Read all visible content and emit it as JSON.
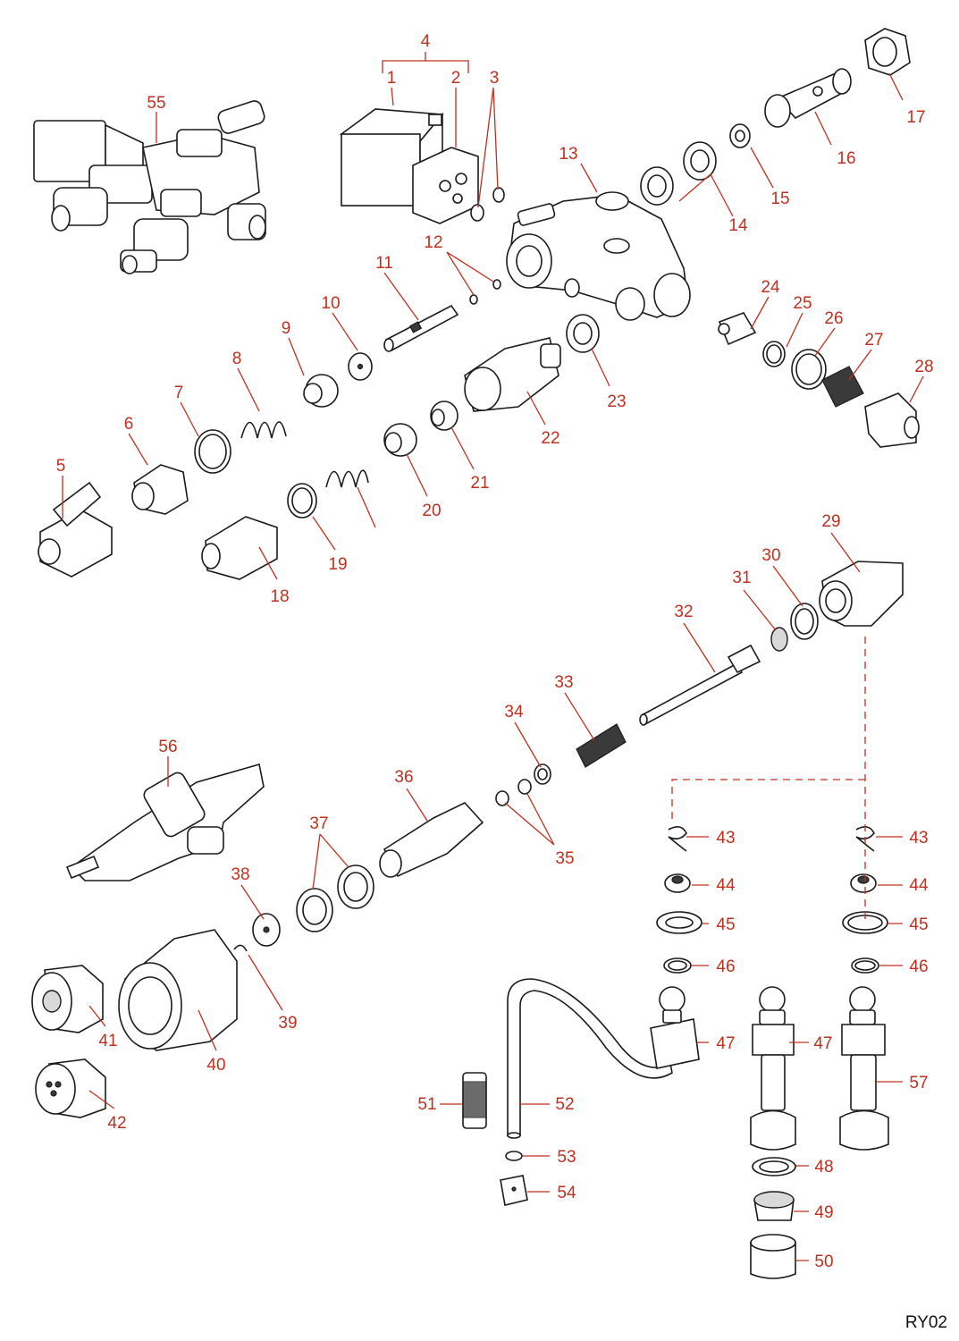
{
  "diagram": {
    "code": "RY02",
    "accent_color": "#c0301e",
    "callouts": [
      "1",
      "2",
      "3",
      "4",
      "5",
      "6",
      "7",
      "8",
      "9",
      "10",
      "11",
      "12",
      "13",
      "14",
      "15",
      "16",
      "17",
      "18",
      "19",
      "20",
      "21",
      "22",
      "23",
      "24",
      "25",
      "26",
      "27",
      "28",
      "29",
      "30",
      "31",
      "32",
      "33",
      "34",
      "35",
      "36",
      "37",
      "38",
      "39",
      "40",
      "41",
      "42",
      "43",
      "44",
      "45",
      "46",
      "47",
      "48",
      "49",
      "50",
      "51",
      "52",
      "53",
      "54",
      "55",
      "56",
      "57"
    ]
  }
}
